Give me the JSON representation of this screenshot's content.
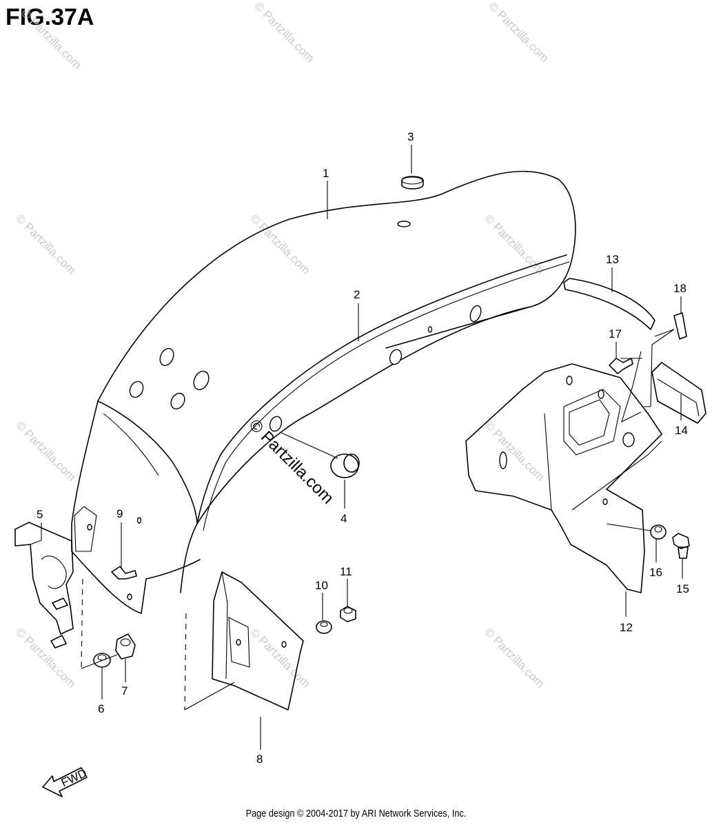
{
  "figure": {
    "title": "FIG.37A"
  },
  "callouts": [
    "1",
    "2",
    "3",
    "4",
    "5",
    "6",
    "7",
    "8",
    "9",
    "10",
    "11",
    "12",
    "13",
    "14",
    "15",
    "16",
    "17",
    "18"
  ],
  "watermark": {
    "text": "© Partzilla.com"
  },
  "direction": {
    "label": "FWD"
  },
  "footer": {
    "text": "Page design © 2004-2017 by ARI Network Services, Inc."
  }
}
